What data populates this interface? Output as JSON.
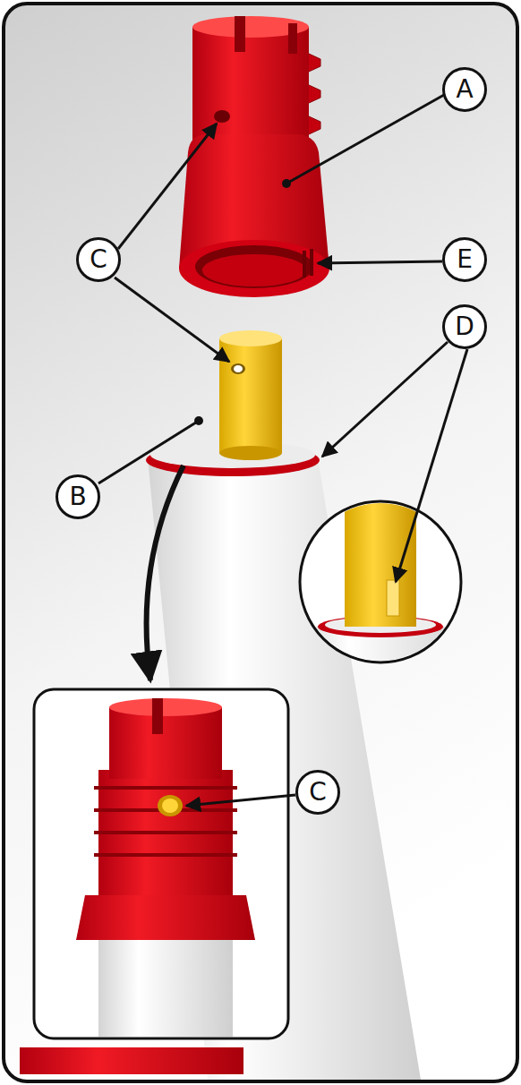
{
  "diagram": {
    "labels": [
      "A",
      "C",
      "E",
      "D",
      "B",
      "C"
    ]
  }
}
